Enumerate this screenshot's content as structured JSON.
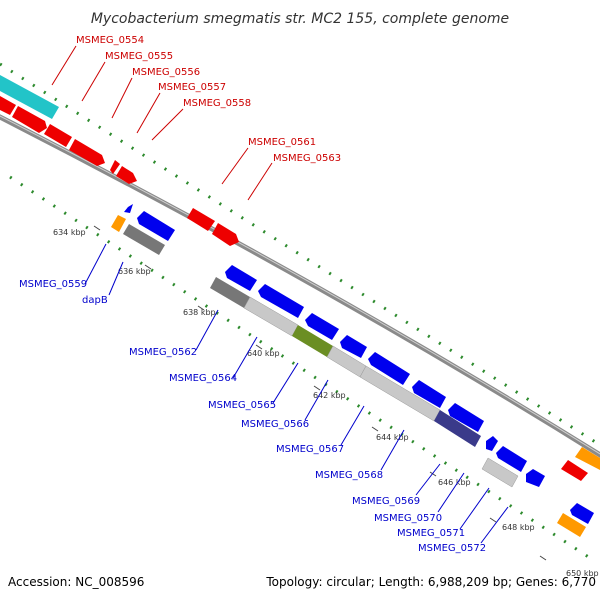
{
  "header": {
    "title": "Mycobacterium smegmatis str. MC2 155, complete genome"
  },
  "footer": {
    "accession": "Accession: NC_008596",
    "summary": "Topology: circular; Length: 6,988,209 bp; Genes: 6,770"
  },
  "colors": {
    "forward_label": "#cc0000",
    "reverse_label": "#0000cc",
    "forward_gene": "#ee0000",
    "reverse_gene": "#0000ee",
    "cyan_gene": "#22c4c8",
    "orange_gene": "#ff9900",
    "gray_gene": "#777777",
    "lightgray_gene": "#c8c8c8",
    "green_gene": "#6b8e23",
    "navy_gene": "#3a3a8a",
    "backbone": "#8a8a8a",
    "dots": "#2e8b2e"
  },
  "forward_genes": [
    "MSMEG_0554",
    "MSMEG_0555",
    "MSMEG_0556",
    "MSMEG_0557",
    "MSMEG_0558",
    "MSMEG_0561",
    "MSMEG_0563"
  ],
  "reverse_genes": [
    "MSMEG_0559",
    "dapB",
    "MSMEG_0562",
    "MSMEG_0564",
    "MSMEG_0565",
    "MSMEG_0566",
    "MSMEG_0567",
    "MSMEG_0568",
    "MSMEG_0569",
    "MSMEG_0570",
    "MSMEG_0571",
    "MSMEG_0572"
  ],
  "ticks": [
    "634 kbp",
    "636 kbp",
    "638 kbp",
    "640 kbp",
    "642 kbp",
    "644 kbp",
    "646 kbp",
    "648 kbp",
    "650 kbp"
  ]
}
